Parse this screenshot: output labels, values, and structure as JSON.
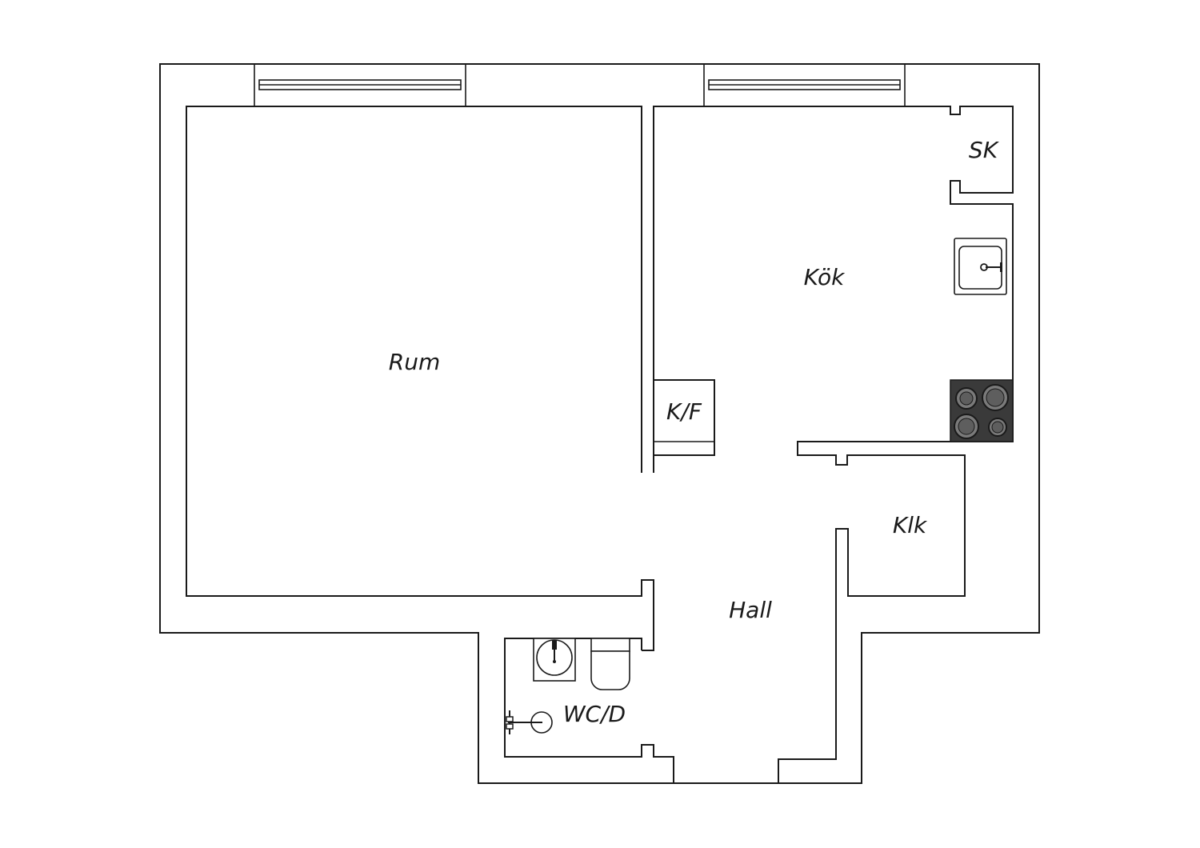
{
  "rooms": {
    "rum": "Rum",
    "kok": "Kök",
    "sk": "SK",
    "kf": "K/F",
    "klk": "Klk",
    "hall": "Hall",
    "wcd": "WC/D"
  },
  "colors": {
    "line": "#1a1a1a",
    "stove": "#3a3a3a",
    "burner": "#7a7a7a",
    "background": "#ffffff"
  },
  "icons": {
    "kitchen_sink": "sink-icon",
    "stove": "stove-icon",
    "washbasin": "washbasin-icon",
    "toilet": "toilet-icon",
    "shower": "shower-icon",
    "window": "window-icon"
  }
}
